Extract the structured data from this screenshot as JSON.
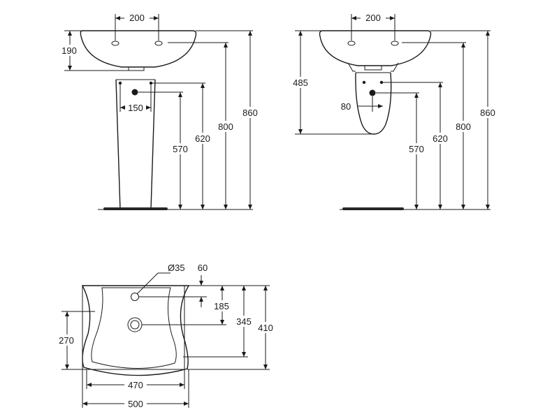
{
  "pedestal_view": {
    "tap_spacing": "200",
    "basin_depth": "190",
    "drain_spacing": "150",
    "drain_height": "570",
    "waste_height": "620",
    "rim_height": "800",
    "overall_height": "860"
  },
  "semi_pedestal_view": {
    "tap_spacing": "200",
    "pedestal_bottom": "485",
    "drain_offset": "80",
    "drain_height": "570",
    "waste_height": "620",
    "rim_height": "800",
    "overall_height": "860"
  },
  "plan_view": {
    "tap_hole_diameter": "Ø35",
    "tap_offset": "60",
    "tap_to_drain": "185",
    "back_to_drain": "345",
    "overall_depth": "410",
    "side_depth": "270",
    "bowl_width": "470",
    "overall_width": "500"
  }
}
